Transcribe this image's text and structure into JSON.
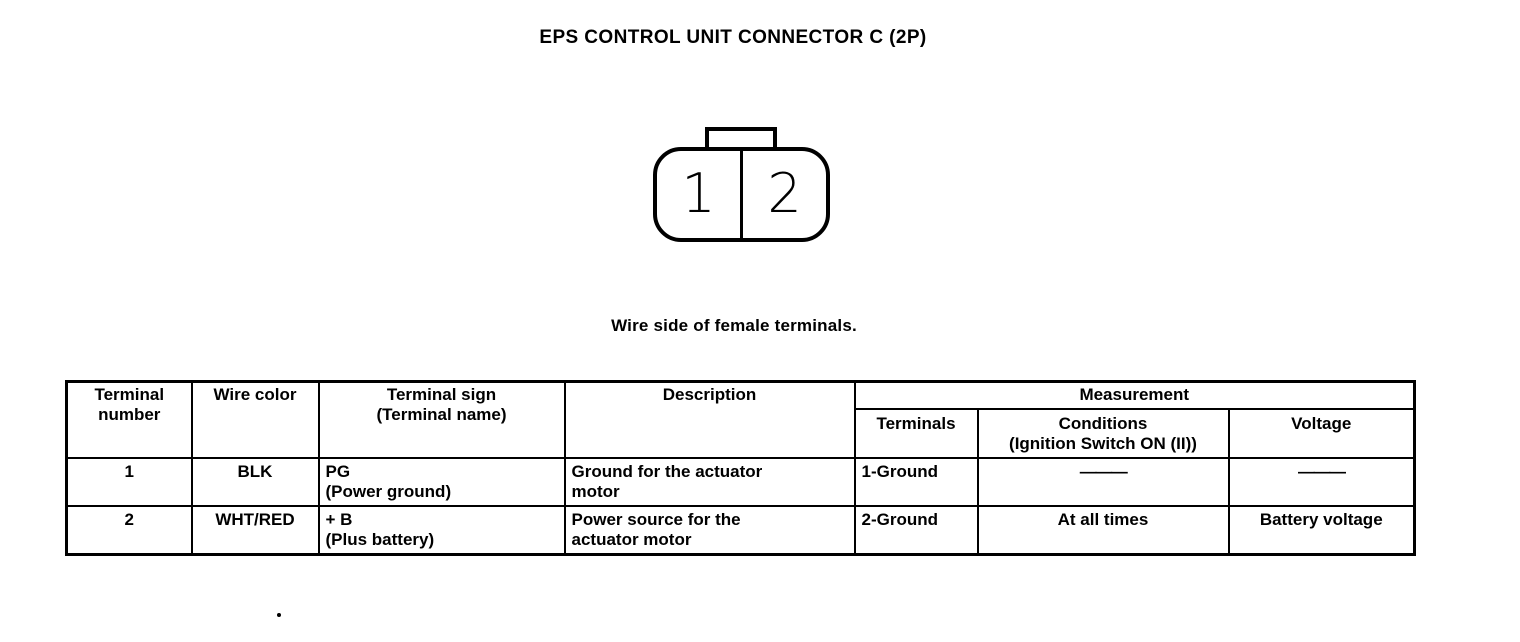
{
  "page": {
    "title": "EPS CONTROL UNIT CONNECTOR C (2P)",
    "caption": "Wire side of female terminals."
  },
  "connector": {
    "pin_labels": [
      "1",
      "2"
    ]
  },
  "table": {
    "headers": {
      "terminal_number": "Terminal\nnumber",
      "wire_color": "Wire color",
      "terminal_sign": "Terminal sign\n(Terminal name)",
      "description": "Description",
      "measurement": "Measurement",
      "terminals": "Terminals",
      "conditions": "Conditions\n(Ignition Switch ON (II))",
      "voltage": "Voltage"
    },
    "rows": [
      {
        "terminal_number": "1",
        "wire_color": "BLK",
        "terminal_sign": "PG\n(Power ground)",
        "description": "Ground for the actuator\nmotor",
        "terminals": "1-Ground",
        "conditions": "———",
        "voltage": "———"
      },
      {
        "terminal_number": "2",
        "wire_color": "WHT/RED",
        "terminal_sign": "+ B\n(Plus battery)",
        "description": "Power source for the\nactuator motor",
        "terminals": "2-Ground",
        "conditions": "At all times",
        "voltage": "Battery voltage"
      }
    ]
  }
}
